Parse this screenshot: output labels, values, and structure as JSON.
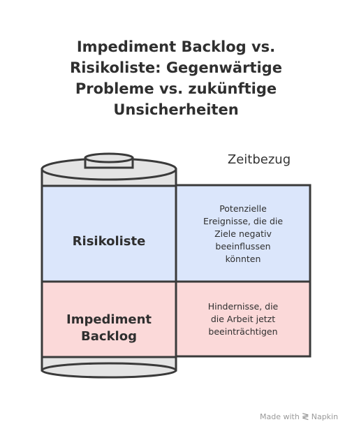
{
  "title": {
    "line1": "Impediment Backlog vs.",
    "line2": "Risikoliste: Gegenwärtige",
    "line3": "Probleme vs. zukünftige",
    "line4": "Unsicherheiten"
  },
  "column_header": "Zeitbezug",
  "rows": [
    {
      "label": "Risikoliste",
      "description": [
        "Potenzielle",
        "Ereignisse, die die",
        "Ziele negativ",
        "beeinflussen",
        "könnten"
      ],
      "color": "#dbe6fb"
    },
    {
      "label_lines": [
        "Impediment",
        "Backlog"
      ],
      "description": [
        "Hindernisse, die",
        "die Arbeit jetzt",
        "beeinträchtigen"
      ],
      "color": "#fbd9d9"
    }
  ],
  "footer": {
    "text": "Made with",
    "brand": "Napkin",
    "icon": "napkin-logo-icon"
  },
  "colors": {
    "stroke": "#3a3a3a",
    "cylinder_gray": "#e4e4e4",
    "blue": "#dbe6fb",
    "pink": "#fbd9d9"
  }
}
